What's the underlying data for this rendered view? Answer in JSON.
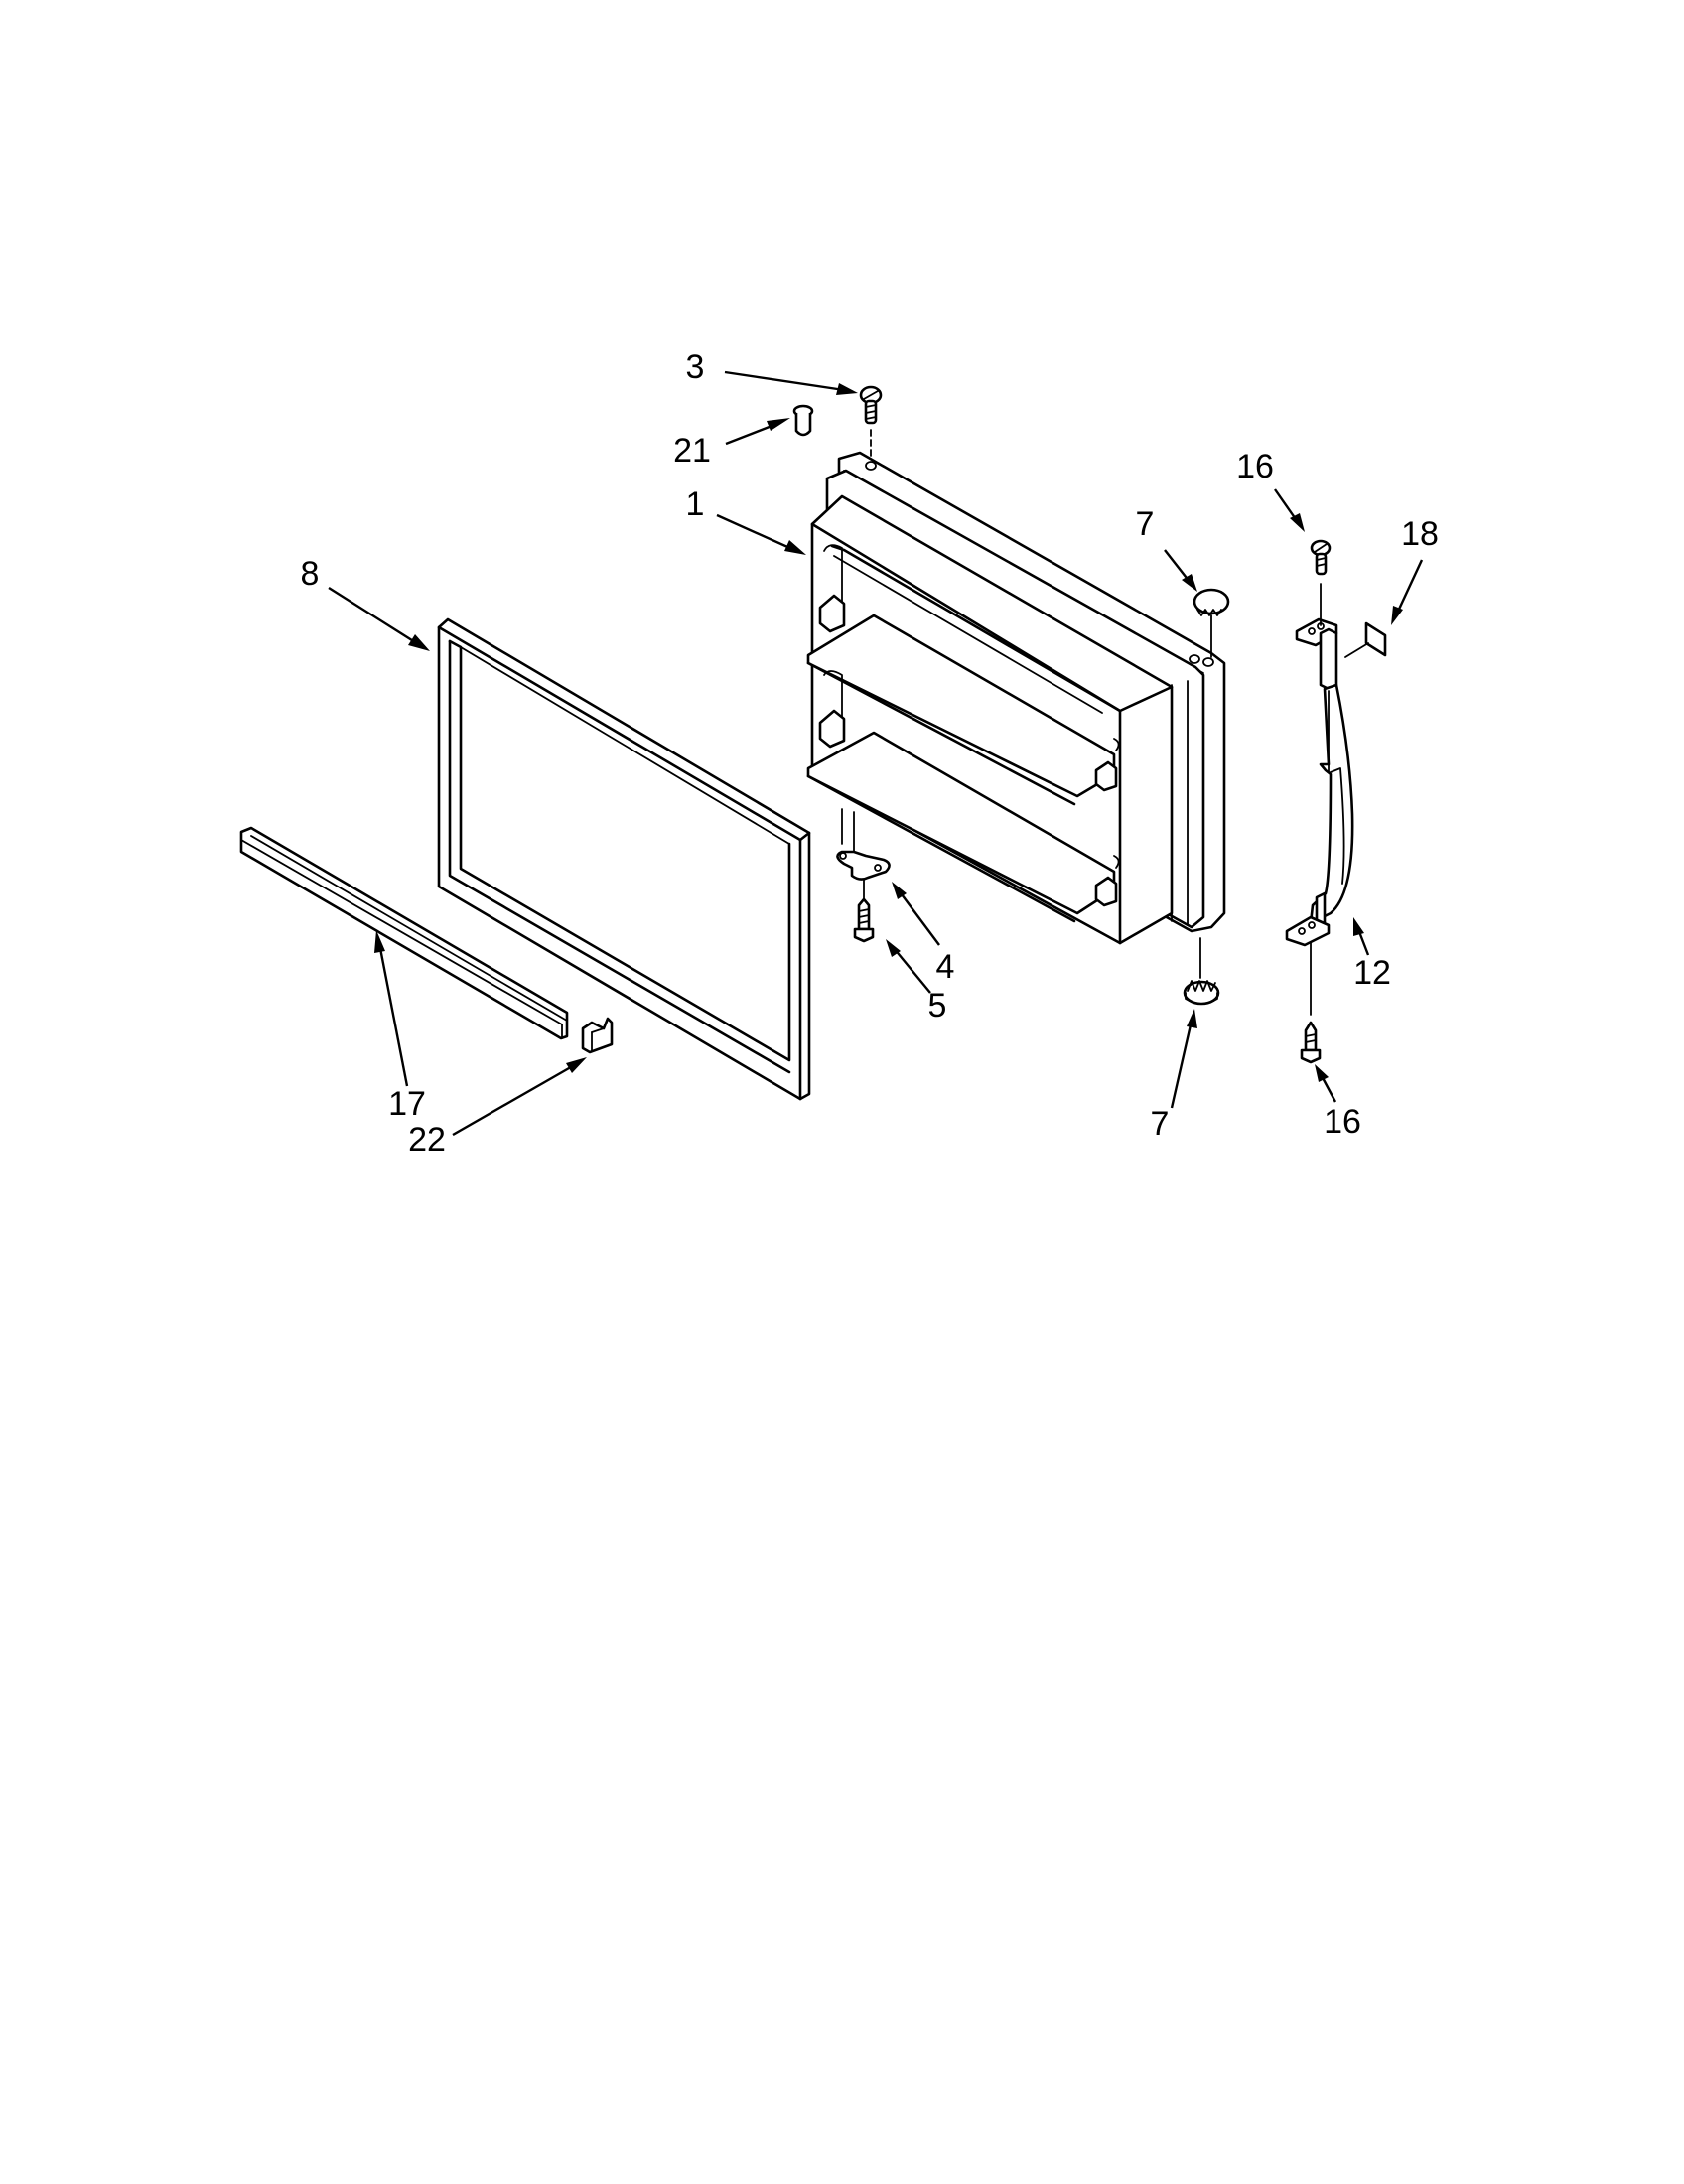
{
  "diagram": {
    "type": "exploded-parts-diagram",
    "subject": "freezer-door-assembly",
    "background": "#ffffff",
    "line_color": "#000000"
  },
  "callouts": [
    {
      "id": "c3",
      "label": "3",
      "part": "door-top-screw"
    },
    {
      "id": "c21",
      "label": "21",
      "part": "door-stop-plug"
    },
    {
      "id": "c1",
      "label": "1",
      "part": "door-liner-assembly"
    },
    {
      "id": "c7a",
      "label": "7",
      "part": "top-hinge-bushing-cap"
    },
    {
      "id": "c16a",
      "label": "16",
      "part": "handle-top-screw"
    },
    {
      "id": "c18",
      "label": "18",
      "part": "handle-clip"
    },
    {
      "id": "c8",
      "label": "8",
      "part": "door-gasket"
    },
    {
      "id": "c4",
      "label": "4",
      "part": "door-stop-bracket"
    },
    {
      "id": "c5",
      "label": "5",
      "part": "door-stop-screw"
    },
    {
      "id": "c12",
      "label": "12",
      "part": "door-handle"
    },
    {
      "id": "c7b",
      "label": "7",
      "part": "bottom-hinge-bushing"
    },
    {
      "id": "c16b",
      "label": "16",
      "part": "handle-bottom-screw"
    },
    {
      "id": "c17",
      "label": "17",
      "part": "door-trim-strip"
    },
    {
      "id": "c22",
      "label": "22",
      "part": "trim-end-cap"
    }
  ]
}
